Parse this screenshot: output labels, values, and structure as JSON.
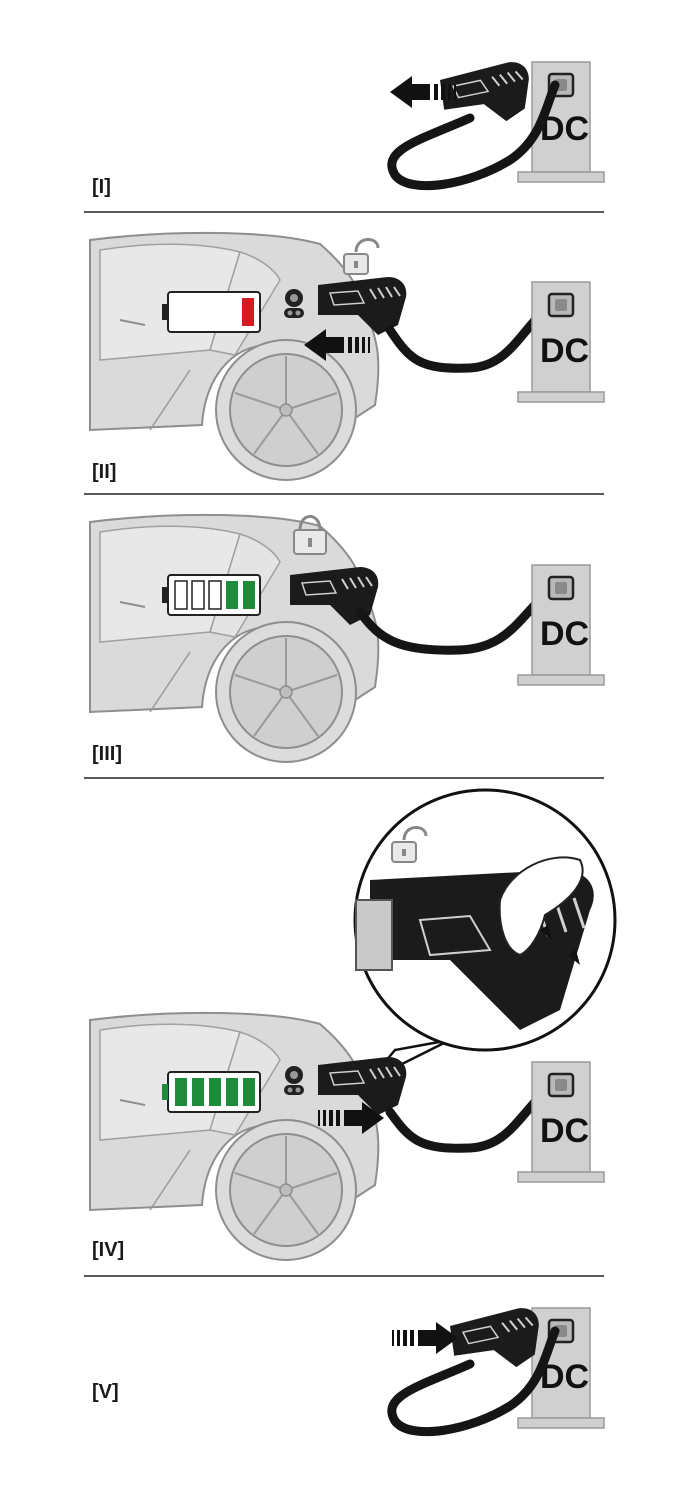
{
  "colors": {
    "car_body": "#d9d9d9",
    "car_outline": "#8f8f8f",
    "cable": "#151515",
    "station": "#d0d0d0",
    "battery_empty_red": "#d71920",
    "battery_green": "#1e8c3a",
    "divider": "#222222"
  },
  "station_label": "DC",
  "steps": [
    {
      "label": "[I]",
      "action": "unplug-from-station",
      "arrow": "left",
      "has_car": false
    },
    {
      "label": "[II]",
      "action": "plug-into-car",
      "arrow": "left",
      "has_car": true,
      "battery_cells_lit": 1,
      "battery_state": "low",
      "lock": "open"
    },
    {
      "label": "[III]",
      "action": "charging",
      "arrow": "none",
      "has_car": true,
      "battery_cells_lit": 2,
      "battery_state": "charging",
      "lock": "closed"
    },
    {
      "label": "[IV]",
      "action": "unplug-from-car",
      "arrow": "right",
      "has_car": true,
      "battery_cells_lit": 5,
      "battery_state": "full",
      "lock": "open",
      "zoom_inset": true
    },
    {
      "label": "[V]",
      "action": "return-to-station",
      "arrow": "right",
      "has_car": false
    }
  ]
}
